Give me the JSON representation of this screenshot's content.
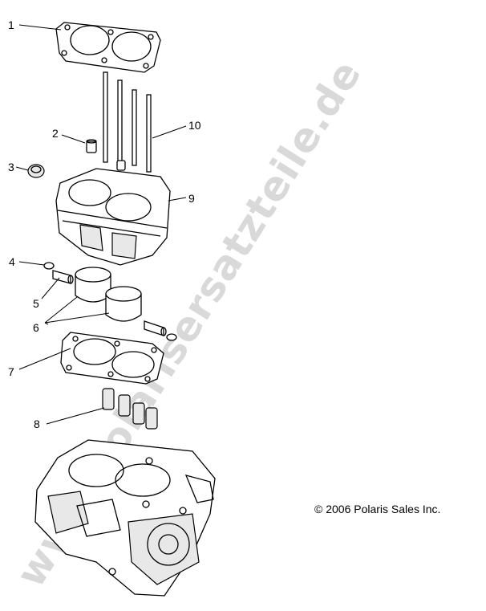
{
  "callouts": [
    {
      "id": "1",
      "label": "1"
    },
    {
      "id": "2",
      "label": "2"
    },
    {
      "id": "3",
      "label": "3"
    },
    {
      "id": "4",
      "label": "4"
    },
    {
      "id": "5",
      "label": "5"
    },
    {
      "id": "6",
      "label": "6"
    },
    {
      "id": "7",
      "label": "7"
    },
    {
      "id": "8",
      "label": "8"
    },
    {
      "id": "9",
      "label": "9"
    },
    {
      "id": "10",
      "label": "10"
    }
  ],
  "copyright": "© 2006 Polaris Sales Inc.",
  "watermark": "www.polarisersatzteile.de"
}
